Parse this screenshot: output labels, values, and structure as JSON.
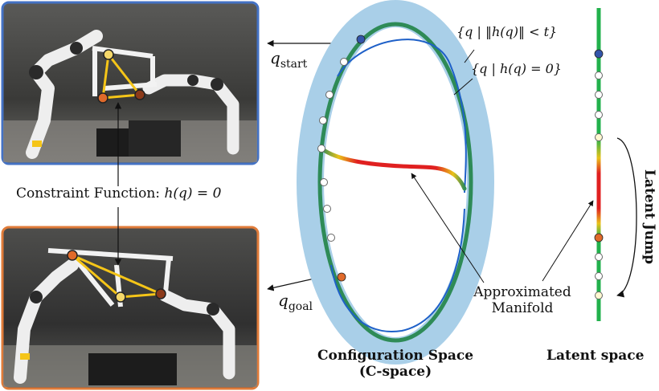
{
  "colors": {
    "start_frame": "#4472c4",
    "goal_frame": "#e07b39",
    "cspace_band": "#a9cfe8",
    "manifold": "#2e8b57",
    "approx": "#1e60c8",
    "start_point": "#3355aa",
    "goal_point": "#e06a2a",
    "latent_line": "#22b14c",
    "jump_red": "#e02020",
    "joint_yellow": "#f5c518",
    "joint_orange": "#e06a2a",
    "joint_brown": "#8b3a1a"
  },
  "labels": {
    "q_start": "q",
    "q_start_sub": "start",
    "q_goal": "q",
    "q_goal_sub": "goal",
    "constraint": "Constraint Function: ",
    "constraint_math": "h(q) = 0",
    "set_band": "{q | ‖h(q)‖ < t}",
    "set_manifold": "{q | h(q) = 0}",
    "approx_1": "Approximated",
    "approx_2": "Manifold",
    "cspace_1": "Configuration Space",
    "cspace_2": "(C-space)",
    "latent_space": "Latent space",
    "latent_jump": "Latent Jump"
  }
}
